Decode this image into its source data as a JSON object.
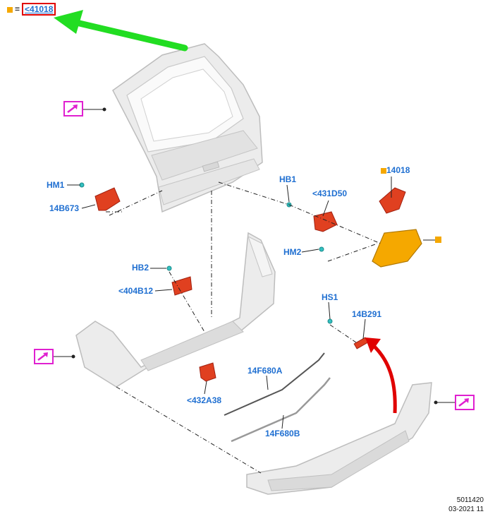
{
  "legend": {
    "symbol": "yellow-square",
    "equals": "=",
    "part": "<41018"
  },
  "labels": {
    "hm1": "HM1",
    "p14b673": "14B673",
    "hb1": "HB1",
    "p431d50": "<431D50",
    "p14018": "14018",
    "hm2": "HM2",
    "hb2": "HB2",
    "p404b12": "<404B12",
    "hs1": "HS1",
    "p14b291": "14B291",
    "p14f680a": "14F680A",
    "p432a38": "<432A38",
    "p14f680b": "14F680B"
  },
  "reference": {
    "number": "5011420",
    "date": "03-2021 11"
  },
  "colors": {
    "label_blue": "#1f6fd1",
    "marker_yellow": "#f5a800",
    "part_red": "#e04020",
    "view_icon_magenta": "#e020d0",
    "highlight_red": "#e00000",
    "arrow_green": "#22dd22"
  },
  "icons": [
    "view-arrow-icon"
  ]
}
